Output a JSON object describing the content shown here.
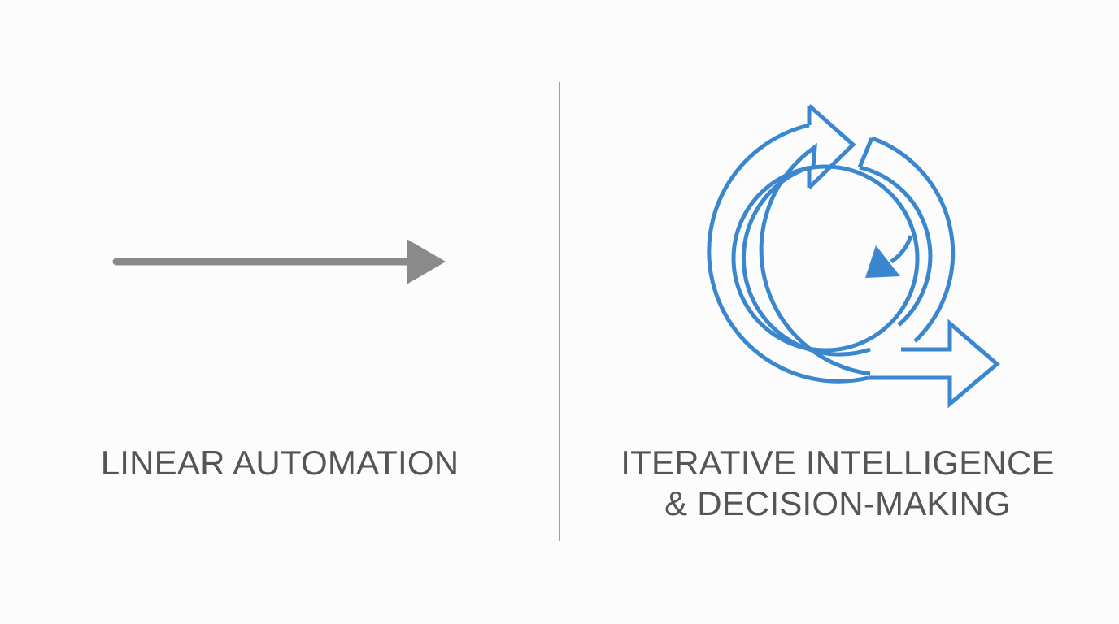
{
  "colors": {
    "background": "#fcfcfc",
    "linear_arrow": "#8a8a8a",
    "iterative_accent": "#3a87cf",
    "text": "#555555",
    "divider": "#a0a0a0"
  },
  "left_panel": {
    "icon": "right-arrow-icon",
    "label": "LINEAR AUTOMATION"
  },
  "right_panel": {
    "icon": "iterative-loop-icon",
    "label_line1": "ITERATIVE INTELLIGENCE",
    "label_line2": "& DECISION-MAKING"
  }
}
